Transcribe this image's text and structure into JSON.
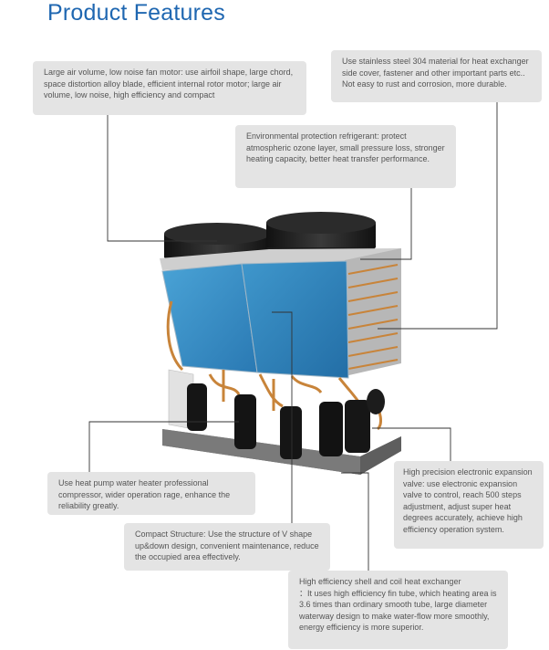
{
  "title": "Product Features",
  "features": {
    "fan_motor": "Large air volume, low noise fan motor: use airfoil shape, large chord, space distortion alloy blade, efficient internal rotor motor; large air volume, low noise, high efficiency and compact",
    "stainless": "Use stainless steel 304 material for heat exchanger side cover, fastener and other important parts etc.. Not easy to rust and corrosion, more durable.",
    "refrigerant": "Environmental protection refrigerant: protect atmospheric ozone layer, small pressure loss, stronger heating capacity, better heat transfer performance.",
    "compressor": "Use heat pump water heater professional compressor, wider operation rage, enhance the reliability greatly.",
    "compact": "Compact Structure: Use the structure of V shape up&down design, convenient maintenance, reduce the occupied area effectively.",
    "expansion_valve": "High precision electronic expansion valve: use electronic expansion valve to control, reach 500 steps adjustment, adjust super heat degrees accurately,  achieve high efficiency operation system.",
    "heat_exchanger": "High efficiency shell and coil heat exchanger\n：It uses high efficiency fin tube, which heating area is 3.6 times than ordinary smooth tube, large diameter waterway design to make water-flow more smoothly, energy efficiency is more superior."
  },
  "colors": {
    "title": "#1f67b1",
    "panel": "#3a8fc4",
    "copper": "#c8843a",
    "box_bg": "#e4e4e4",
    "leader": "#333333"
  }
}
